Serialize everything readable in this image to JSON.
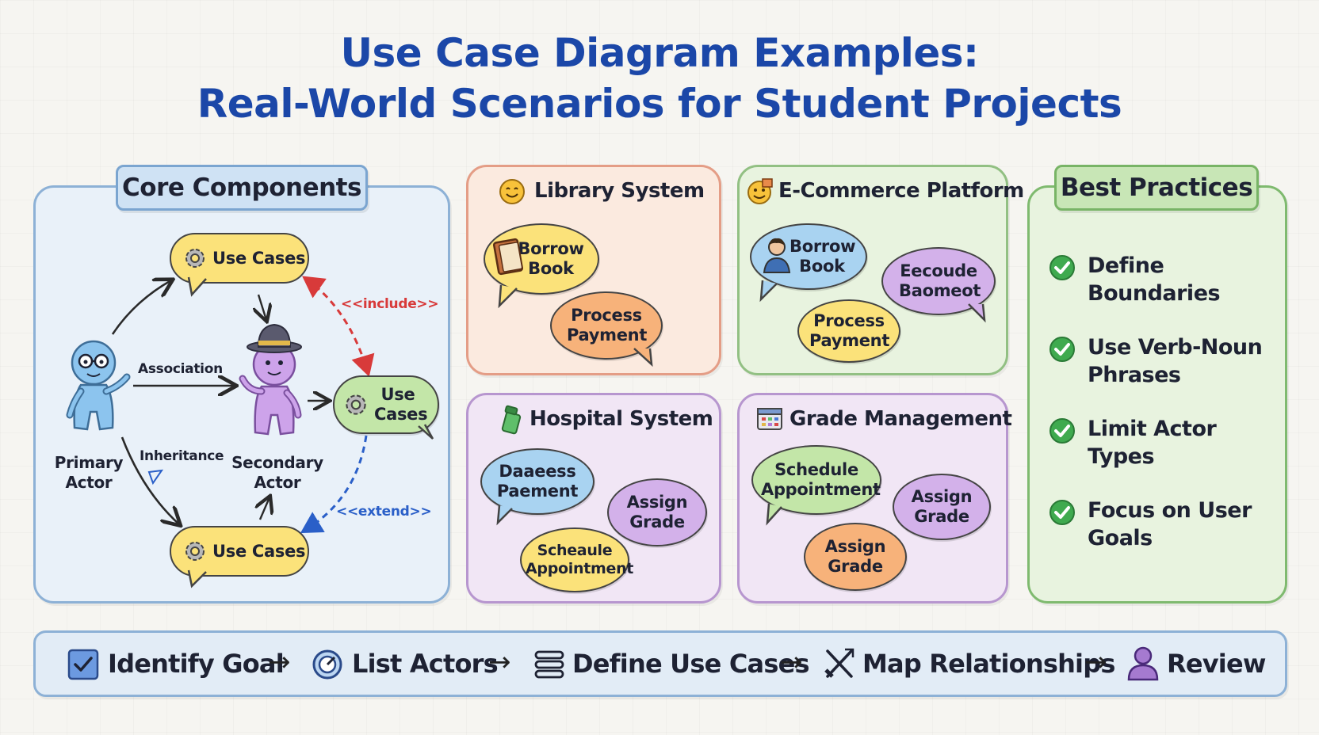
{
  "title": {
    "line1": "Use Case Diagram Examples:",
    "line2": "Real-World Scenarios for Student Projects"
  },
  "core": {
    "tab_label": "Core Components",
    "use_case_top": "Use Cases",
    "use_case_right": "Use Cases",
    "use_case_bottom": "Use Cases",
    "primary_actor": "Primary Actor",
    "secondary_actor": "Secondary Actor",
    "association": "Association",
    "inheritance": "Inheritance",
    "include": "<<include>>",
    "extend": "<<extend>>"
  },
  "library": {
    "title": "Library System",
    "bubbles": [
      "Borrow Book",
      "Process Payment"
    ]
  },
  "ecommerce": {
    "title": "E-Commerce Platform",
    "bubbles": [
      "Borrow Book",
      "Eecoude Baomeot",
      "Process Payment"
    ]
  },
  "hospital": {
    "title": "Hospital System",
    "bubbles": [
      "Daaeess Paement",
      "Assign Grade",
      "Scheaule Appointment"
    ]
  },
  "grade": {
    "title": "Grade Management",
    "bubbles": [
      "Schedule Appointment",
      "Assign Grade",
      "Assign Grade"
    ]
  },
  "best_practices": {
    "tab_label": "Best Practices",
    "items": [
      "Define Boundaries",
      "Use Verb-Noun Phrases",
      "Limit Actor Types",
      "Focus on User Goals"
    ]
  },
  "workflow": {
    "steps": [
      "Identify Goal",
      "List Actors",
      "Define Use Cases",
      "Map Relationships",
      "Review"
    ],
    "arrow": "→"
  },
  "colors": {
    "title_blue": "#1b47a8",
    "include_red": "#d83a3a",
    "extend_blue": "#2a5fc8",
    "check_green": "#3faa4f"
  }
}
